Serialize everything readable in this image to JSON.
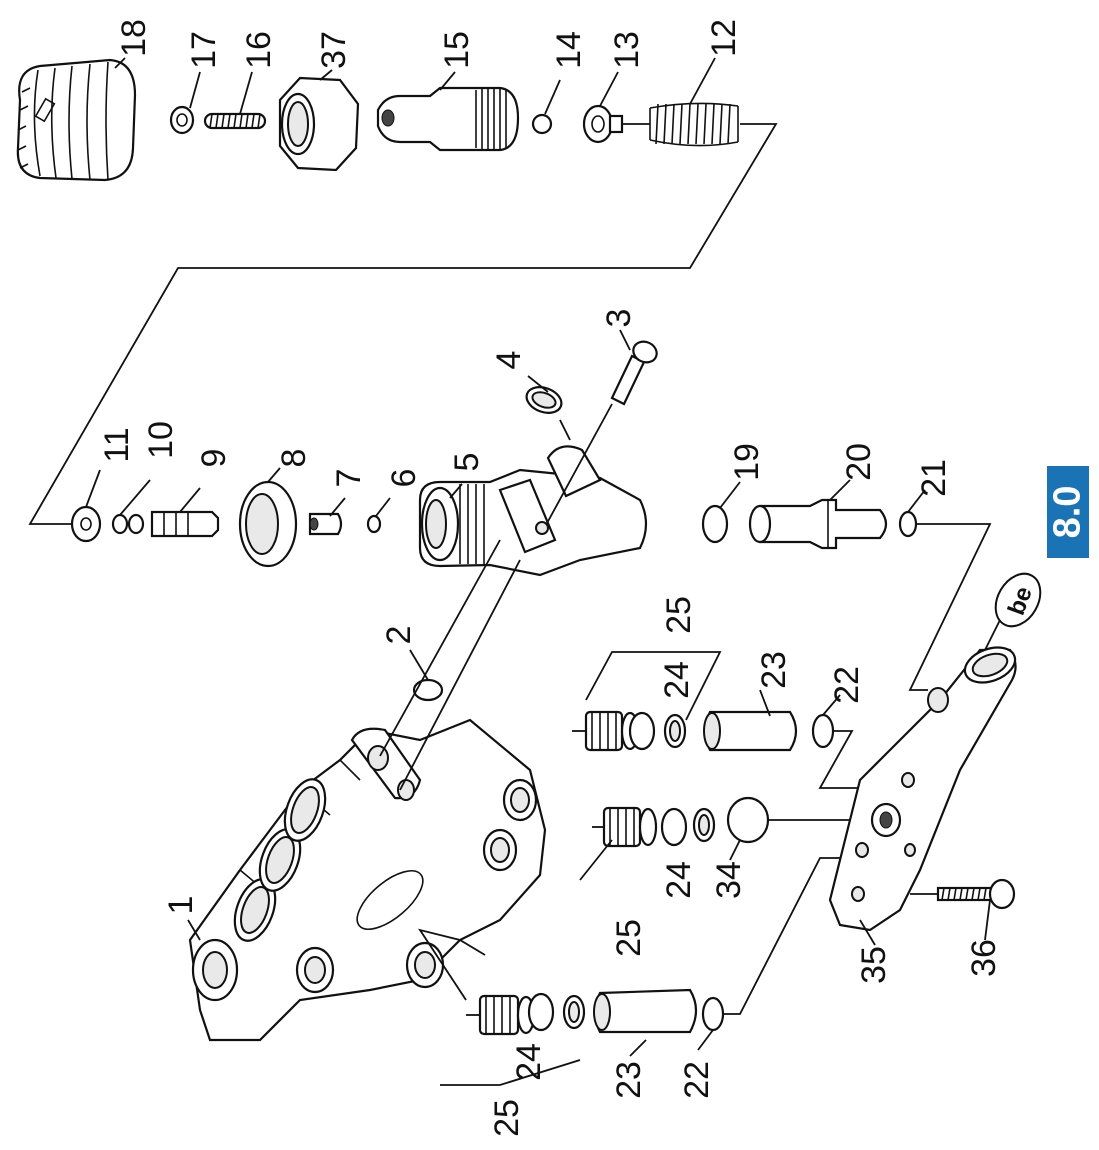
{
  "section": "8.0",
  "brand_mark": "be",
  "labels": {
    "p1": "1",
    "p2": "2",
    "p3": "3",
    "p4": "4",
    "p5": "5",
    "p6": "6",
    "p7": "7",
    "p8": "8",
    "p9": "9",
    "p10": "10",
    "p11": "11",
    "p12": "12",
    "p13": "13",
    "p14": "14",
    "p15": "15",
    "p16": "16",
    "p17": "17",
    "p18": "18",
    "p19": "19",
    "p20": "20",
    "p21": "21",
    "p22a": "22",
    "p22b": "22",
    "p23a": "23",
    "p23b": "23",
    "p24a": "24",
    "p24b": "24",
    "p24c": "24",
    "p25a": "25",
    "p25b": "25",
    "p25c": "25",
    "p34": "34",
    "p35": "35",
    "p36": "36",
    "p37": "37"
  },
  "colors": {
    "badge": "#1a73b5",
    "ink": "#111111"
  }
}
